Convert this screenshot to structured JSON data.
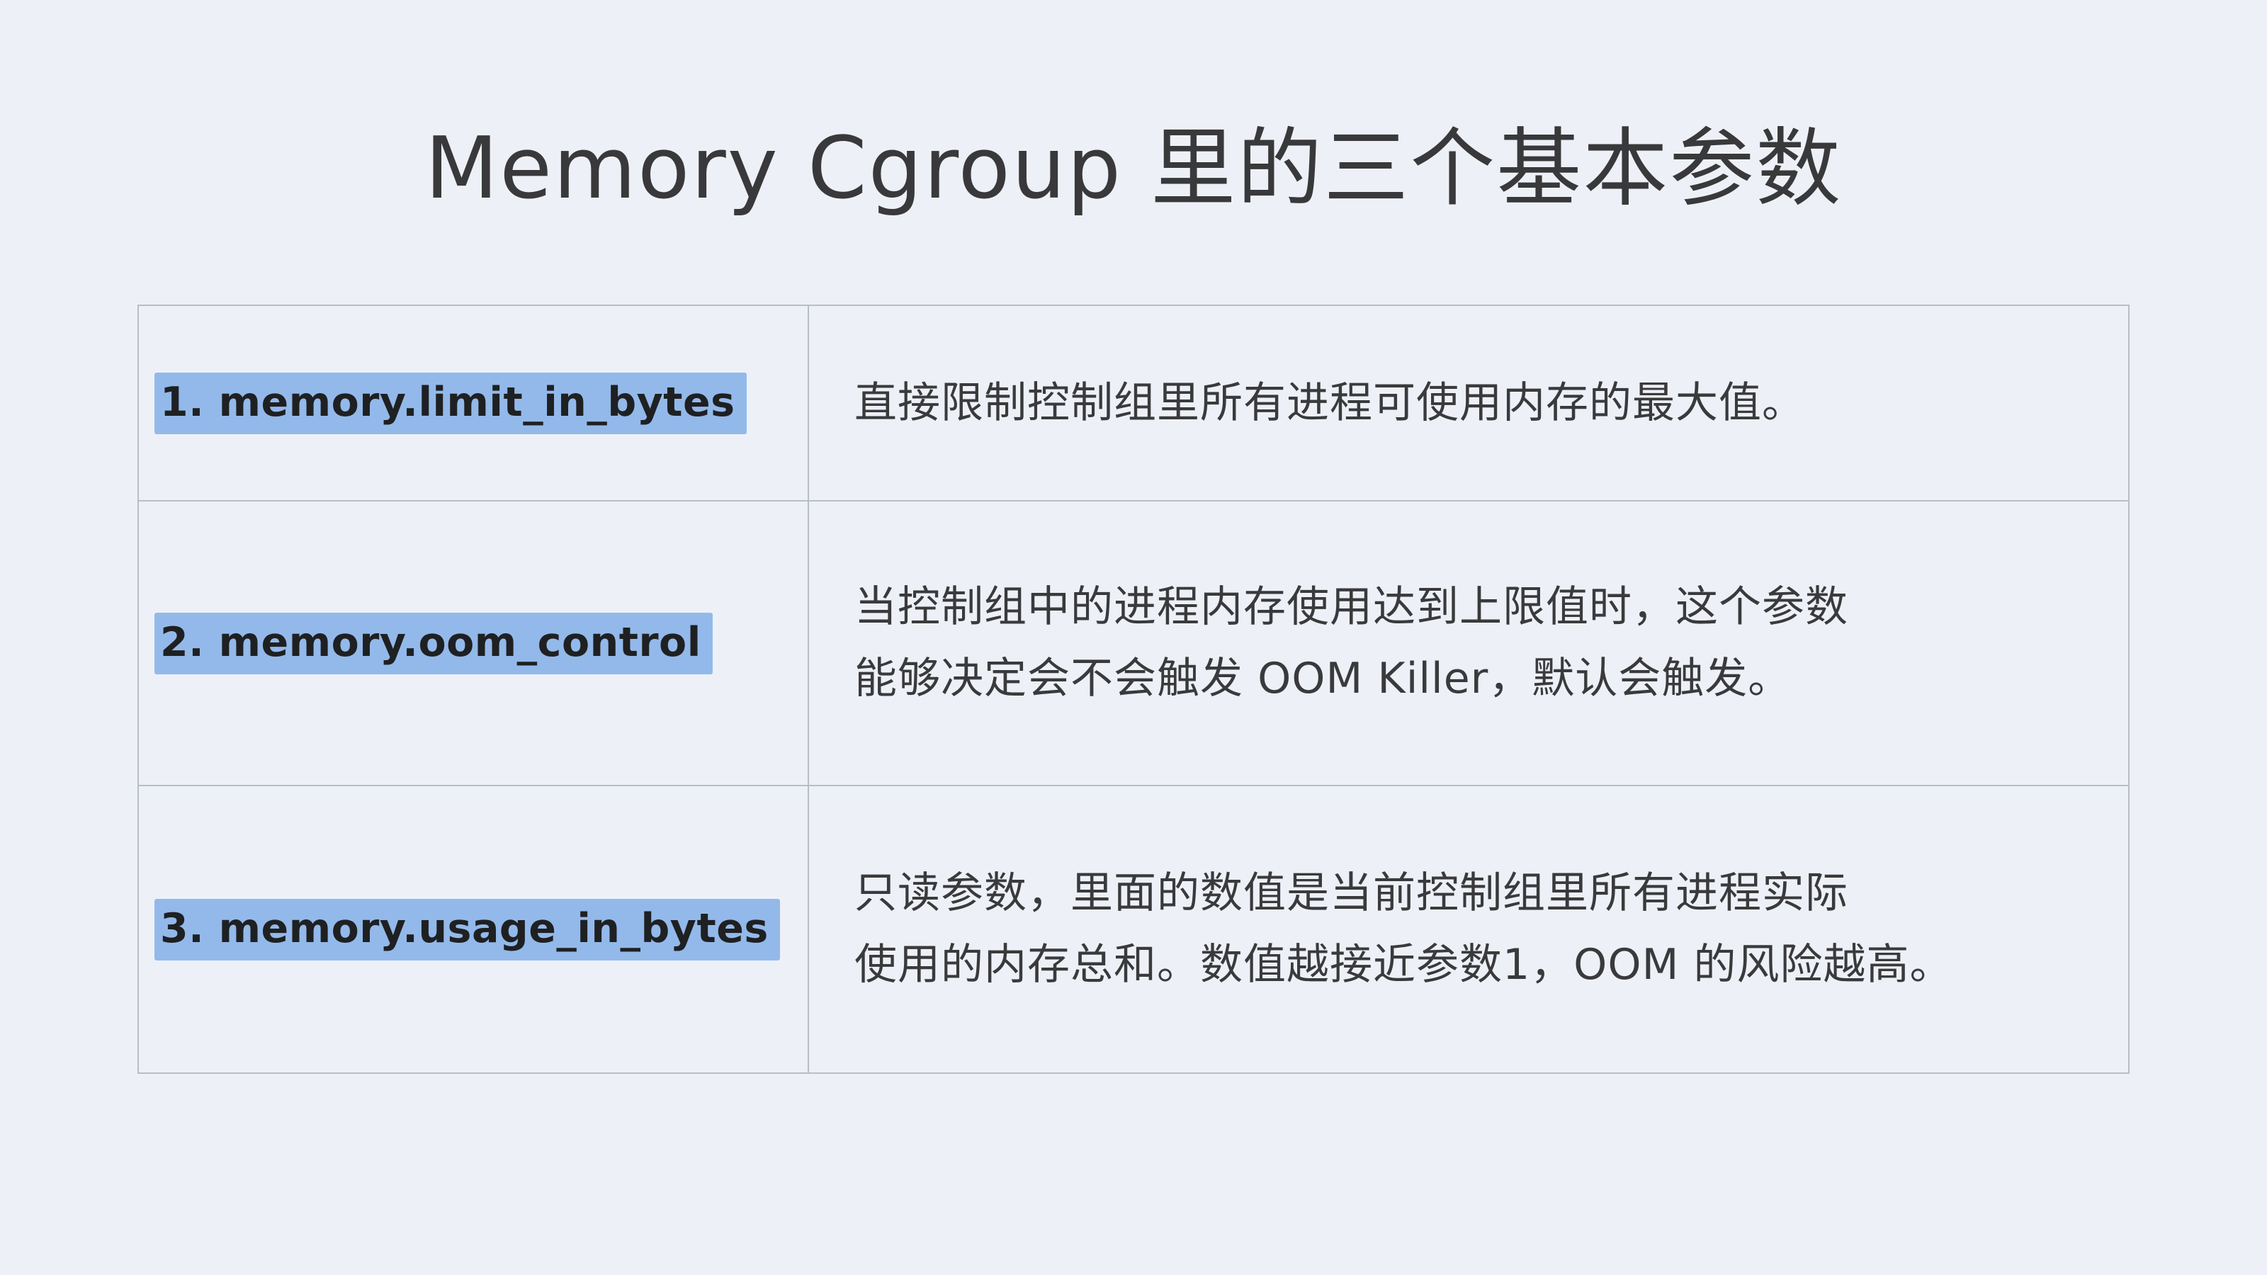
{
  "title": "Memory Cgroup 里的三个基本参数",
  "colors": {
    "background": "#edf1f7",
    "highlight": "#93b9ea",
    "border": "#b9bec6",
    "text": "#3a3a3c",
    "term-text": "#1f2022",
    "title-text": "#39393b"
  },
  "table": {
    "rows": [
      {
        "term": "1. memory.limit_in_bytes",
        "desc": "直接限制控制组里所有进程可使用内存的最大值。"
      },
      {
        "term": "2. memory.oom_control",
        "desc": "当控制组中的进程内存使用达到上限值时，这个参数\n能够决定会不会触发 OOM Killer，默认会触发。"
      },
      {
        "term": "3. memory.usage_in_bytes",
        "desc": "只读参数，里面的数值是当前控制组里所有进程实际\n使用的内存总和。数值越接近参数1，OOM 的风险越高。"
      }
    ]
  }
}
